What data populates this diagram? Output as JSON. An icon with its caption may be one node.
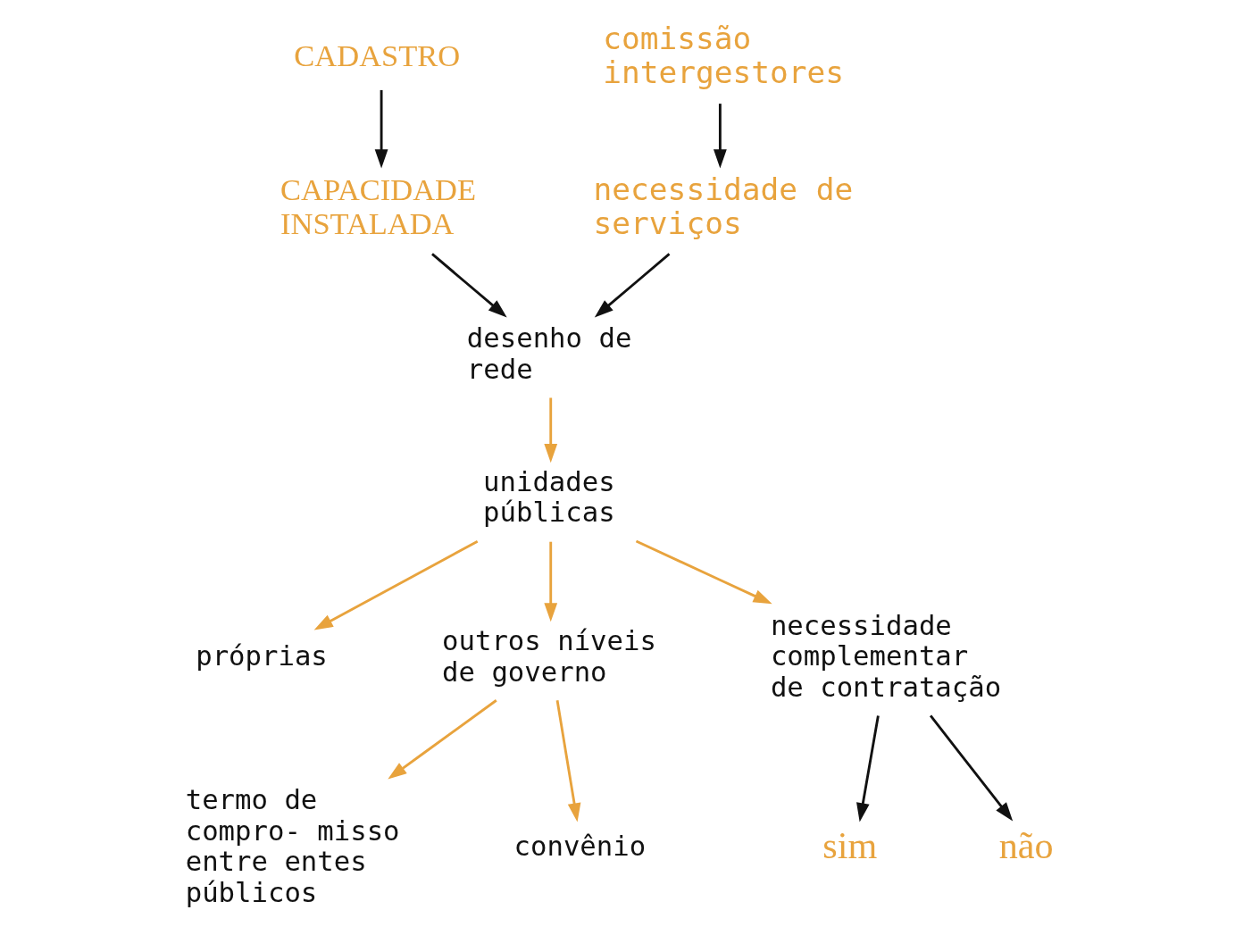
{
  "diagram": {
    "nodes": [
      {
        "text": [
          "CADASTRO"
        ]
      },
      {
        "text": [
          "comissão intergestores"
        ]
      },
      {
        "text": [
          "CAPACIDADE INSTALADA"
        ]
      },
      {
        "text": [
          "necessidade de serviços"
        ]
      },
      {
        "text": [
          "desenho de rede"
        ]
      },
      {
        "text": [
          "próprias"
        ]
      },
      {
        "text": [
          "unidades públicas"
        ]
      },
      {
        "text": [
          "outros níveis de governo"
        ]
      },
      {
        "text": [
          "termo de compro- misso entre entes públicos"
        ]
      },
      {
        "text": [
          "necessidade complementar de contratação"
        ]
      },
      {
        "text": [
          "convênio"
        ]
      },
      {
        "text": [
          "sim"
        ]
      },
      {
        "text": [
          "não"
        ]
      }
    ],
    "edges": [
      {
        "from": 0,
        "to": 2,
        "arrow": "to"
      },
      {
        "from": 1,
        "to": 3,
        "arrow": "to"
      },
      {
        "from": 2,
        "to": 4,
        "arrow": "to"
      },
      {
        "from": 3,
        "to": 4,
        "arrow": "to"
      },
      {
        "from": 4,
        "to": 6,
        "arrow": "to",
        "color": "#e8a33d"
      },
      {
        "from": 6,
        "to": 5,
        "arrow": "to",
        "color": "#e8a33d"
      },
      {
        "from": 6,
        "to": 7,
        "arrow": "to",
        "color": "#e8a33d"
      },
      {
        "from": 6,
        "to": 9,
        "arrow": "to",
        "color": "#e8a33d"
      },
      {
        "from": 7,
        "to": 8,
        "arrow": "to",
        "color": "#e8a33d"
      },
      {
        "from": 7,
        "to": 10,
        "arrow": "to",
        "color": "#e8a33d"
      },
      {
        "from": 9,
        "to": 11,
        "arrow": "to"
      },
      {
        "from": 9,
        "to": 12,
        "arrow": "to"
      }
    ]
  }
}
